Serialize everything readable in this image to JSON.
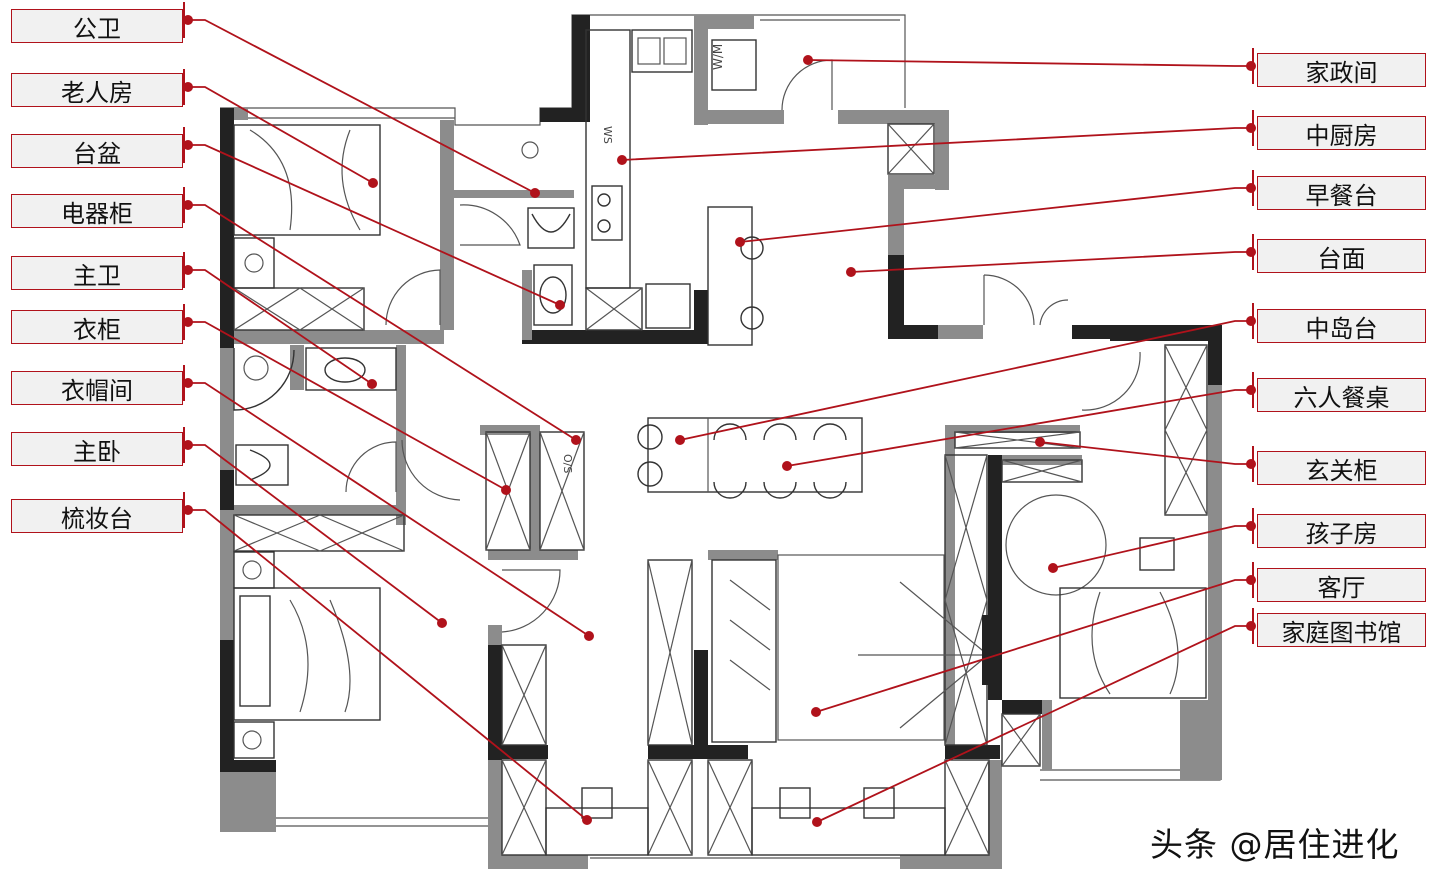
{
  "labels_left": [
    {
      "id": "public-bath",
      "text": "公卫"
    },
    {
      "id": "elder-room",
      "text": "老人房"
    },
    {
      "id": "basin",
      "text": "台盆"
    },
    {
      "id": "appliance-cabinet",
      "text": "电器柜"
    },
    {
      "id": "master-bath",
      "text": "主卫"
    },
    {
      "id": "wardrobe",
      "text": "衣柜"
    },
    {
      "id": "cloakroom",
      "text": "衣帽间"
    },
    {
      "id": "master-bedroom",
      "text": "主卧"
    },
    {
      "id": "dressing-table",
      "text": "梳妆台"
    }
  ],
  "labels_right": [
    {
      "id": "utility-room",
      "text": "家政间"
    },
    {
      "id": "chinese-kitchen",
      "text": "中厨房"
    },
    {
      "id": "breakfast-bar",
      "text": "早餐台"
    },
    {
      "id": "countertop",
      "text": "台面"
    },
    {
      "id": "island",
      "text": "中岛台"
    },
    {
      "id": "six-seat-table",
      "text": "六人餐桌"
    },
    {
      "id": "entry-cabinet",
      "text": "玄关柜"
    },
    {
      "id": "kids-room",
      "text": "孩子房"
    },
    {
      "id": "living-room",
      "text": "客厅"
    },
    {
      "id": "family-library",
      "text": "家庭图书馆"
    }
  ],
  "fixture_marks": {
    "wm": "W/M",
    "ws": "WS",
    "os": "O/S"
  },
  "watermark": "头条 @居住进化",
  "colors": {
    "leader": "#b0121b",
    "label_bg": "#f1f1f1",
    "wall": "#222222",
    "wall_gray": "#8c8c8c"
  }
}
